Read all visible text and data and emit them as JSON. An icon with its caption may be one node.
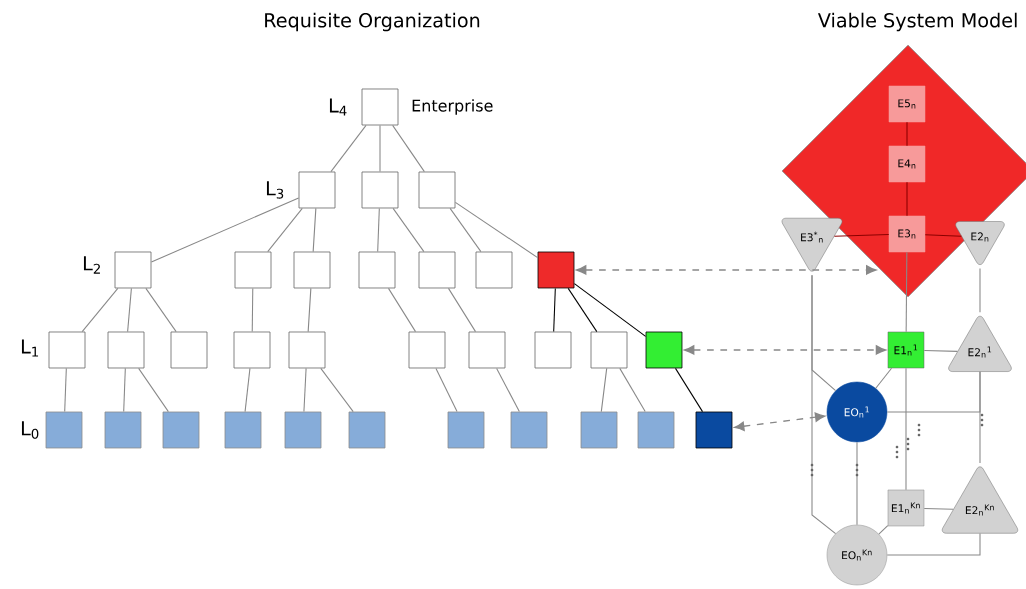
{
  "diagram": {
    "nodes": [
      {
        "text": [],
        "shape": "box",
        "beside": [
          "Enterprise"
        ]
      },
      {
        "text": [],
        "shape": "box"
      },
      {
        "text": [],
        "shape": "box"
      },
      {
        "text": [],
        "shape": "box"
      },
      {
        "text": [],
        "shape": "box"
      },
      {
        "text": [],
        "shape": "box"
      },
      {
        "text": [],
        "shape": "box"
      },
      {
        "text": [],
        "shape": "box"
      },
      {
        "text": [],
        "shape": "box"
      },
      {
        "text": [],
        "shape": "box"
      },
      {
        "text": [],
        "shape": "box"
      },
      {
        "text": [],
        "shape": "box"
      },
      {
        "text": [],
        "shape": "box"
      },
      {
        "text": [],
        "shape": "box"
      },
      {
        "text": [],
        "shape": "box"
      },
      {
        "text": [],
        "shape": "box"
      },
      {
        "text": [],
        "shape": "box"
      },
      {
        "text": [],
        "shape": "box"
      },
      {
        "text": [],
        "shape": "box"
      },
      {
        "text": [],
        "shape": "box"
      },
      {
        "text": [],
        "shape": "box"
      },
      {
        "text": [],
        "shape": "box"
      },
      {
        "text": [],
        "shape": "box"
      },
      {
        "text": [],
        "shape": "box"
      },
      {
        "text": [],
        "shape": "box"
      },
      {
        "text": [],
        "shape": "box"
      },
      {
        "text": [],
        "shape": "box"
      },
      {
        "text": [],
        "shape": "box"
      },
      {
        "text": [],
        "shape": "box"
      },
      {
        "text": [],
        "shape": "box"
      },
      {
        "text": [],
        "shape": "box"
      },
      {
        "text": [],
        "shape": "box"
      },
      {
        "text": [],
        "shape": "diamond"
      },
      {
        "text": [
          "E5$_{n}$"
        ],
        "in": 32
      },
      {
        "text": [
          "E4$_{n}$"
        ],
        "in": 32
      },
      {
        "text": [
          "E3$_{n}$"
        ],
        "in": 32
      },
      {
        "text": [
          "E3$^{*}$$_{n}$"
        ]
      },
      {
        "text": [
          "E2$_{n}$"
        ]
      },
      {
        "text": [
          "E1$_{n}$$^{1}$"
        ]
      },
      {
        "text": [
          "E2$_{n}$$^{1}$"
        ]
      },
      {
        "text": [
          "EO$_{n}$$^{1}$"
        ]
      },
      {
        "text": [
          "E1$_{n}$$^{Kn}$"
        ]
      },
      {
        "text": [
          "E2$_{n}$$^{Kn}$"
        ]
      },
      {
        "text": [
          "EO$_{n}$$^{Kn}$"
        ]
      }
    ],
    "edges": [
      {
        "from": 0,
        "to": 1,
        "arrow": "none"
      },
      {
        "from": 0,
        "to": 2,
        "arrow": "none"
      },
      {
        "from": 0,
        "to": 3,
        "arrow": "none"
      },
      {
        "from": 1,
        "to": 4,
        "arrow": "none"
      },
      {
        "from": 1,
        "to": 5,
        "arrow": "none"
      },
      {
        "from": 1,
        "to": 6,
        "arrow": "none"
      },
      {
        "from": 2,
        "to": 7,
        "arrow": "none"
      },
      {
        "from": 2,
        "to": 8,
        "arrow": "none"
      },
      {
        "from": 3,
        "to": 9,
        "arrow": "none"
      },
      {
        "from": 3,
        "to": 10,
        "arrow": "none"
      },
      {
        "from": 4,
        "to": 11,
        "arrow": "none"
      },
      {
        "from": 4,
        "to": 12,
        "arrow": "none"
      },
      {
        "from": 4,
        "to": 13,
        "arrow": "none"
      },
      {
        "from": 5,
        "to": 14,
        "arrow": "none"
      },
      {
        "from": 6,
        "to": 15,
        "arrow": "none"
      },
      {
        "from": 7,
        "to": 16,
        "arrow": "none"
      },
      {
        "from": 8,
        "to": 17,
        "arrow": "none"
      },
      {
        "from": 10,
        "to": 18,
        "arrow": "none",
        "color": "#000000"
      },
      {
        "from": 10,
        "to": 19,
        "arrow": "none",
        "color": "#000000"
      },
      {
        "from": 10,
        "to": 20,
        "arrow": "none",
        "color": "#000000"
      },
      {
        "from": 11,
        "to": 21,
        "arrow": "none"
      },
      {
        "from": 12,
        "to": 22,
        "arrow": "none"
      },
      {
        "from": 12,
        "to": 23,
        "arrow": "none"
      },
      {
        "from": 14,
        "to": 24,
        "arrow": "none"
      },
      {
        "from": 15,
        "to": 25,
        "arrow": "none"
      },
      {
        "from": 15,
        "to": 26,
        "arrow": "none"
      },
      {
        "from": 16,
        "to": 27,
        "arrow": "none"
      },
      {
        "from": 17,
        "to": 28,
        "arrow": "none"
      },
      {
        "from": 19,
        "to": 29,
        "arrow": "none"
      },
      {
        "from": 19,
        "to": 30,
        "arrow": "none"
      },
      {
        "from": 20,
        "to": 31,
        "arrow": "none",
        "color": "#000000"
      },
      {
        "from": 10,
        "to": 32,
        "arrow": "both",
        "style": "dashed"
      },
      {
        "from": 20,
        "to": 38,
        "arrow": "both",
        "style": "dashed"
      },
      {
        "from": 31,
        "to": 40,
        "arrow": "both",
        "style": "dashed"
      },
      {
        "from": 33,
        "to": 34,
        "arrow": "none",
        "color": "#8b0000"
      },
      {
        "from": 34,
        "to": 35,
        "arrow": "none",
        "color": "#8b0000"
      },
      {
        "from": 36,
        "to": 35,
        "arrow": "none",
        "color": "#8b0000"
      },
      {
        "from": 35,
        "to": 37,
        "arrow": "none",
        "color": "#8b0000"
      },
      {
        "from": 35,
        "to": 38,
        "arrow": "none"
      },
      {
        "from": 37,
        "to": 39,
        "arrow": "none"
      },
      {
        "from": 39,
        "to": 42,
        "arrow": "none"
      },
      {
        "from": 38,
        "to": 39,
        "arrow": "none"
      },
      {
        "from": 40,
        "to": 38,
        "arrow": "none"
      },
      {
        "from": 40,
        "to": 39,
        "arrow": "none"
      },
      {
        "from": 36,
        "to": 40,
        "arrow": "none"
      },
      {
        "from": 36,
        "to": 43,
        "arrow": "none"
      },
      {
        "from": 40,
        "to": 43,
        "arrow": "none"
      },
      {
        "from": 38,
        "to": 41,
        "arrow": "none"
      },
      {
        "from": 43,
        "to": 41,
        "arrow": "none"
      },
      {
        "from": 41,
        "to": 42,
        "arrow": "none"
      },
      {
        "from": 43,
        "to": 42,
        "arrow": "none"
      }
    ],
    "labels": [
      "Requisite Organization",
      "Viable System Model",
      "L$_{4}$",
      "L$_{3}$",
      "L$_{2}$",
      "L$_{1}$",
      "L$_{0}$"
    ]
  }
}
